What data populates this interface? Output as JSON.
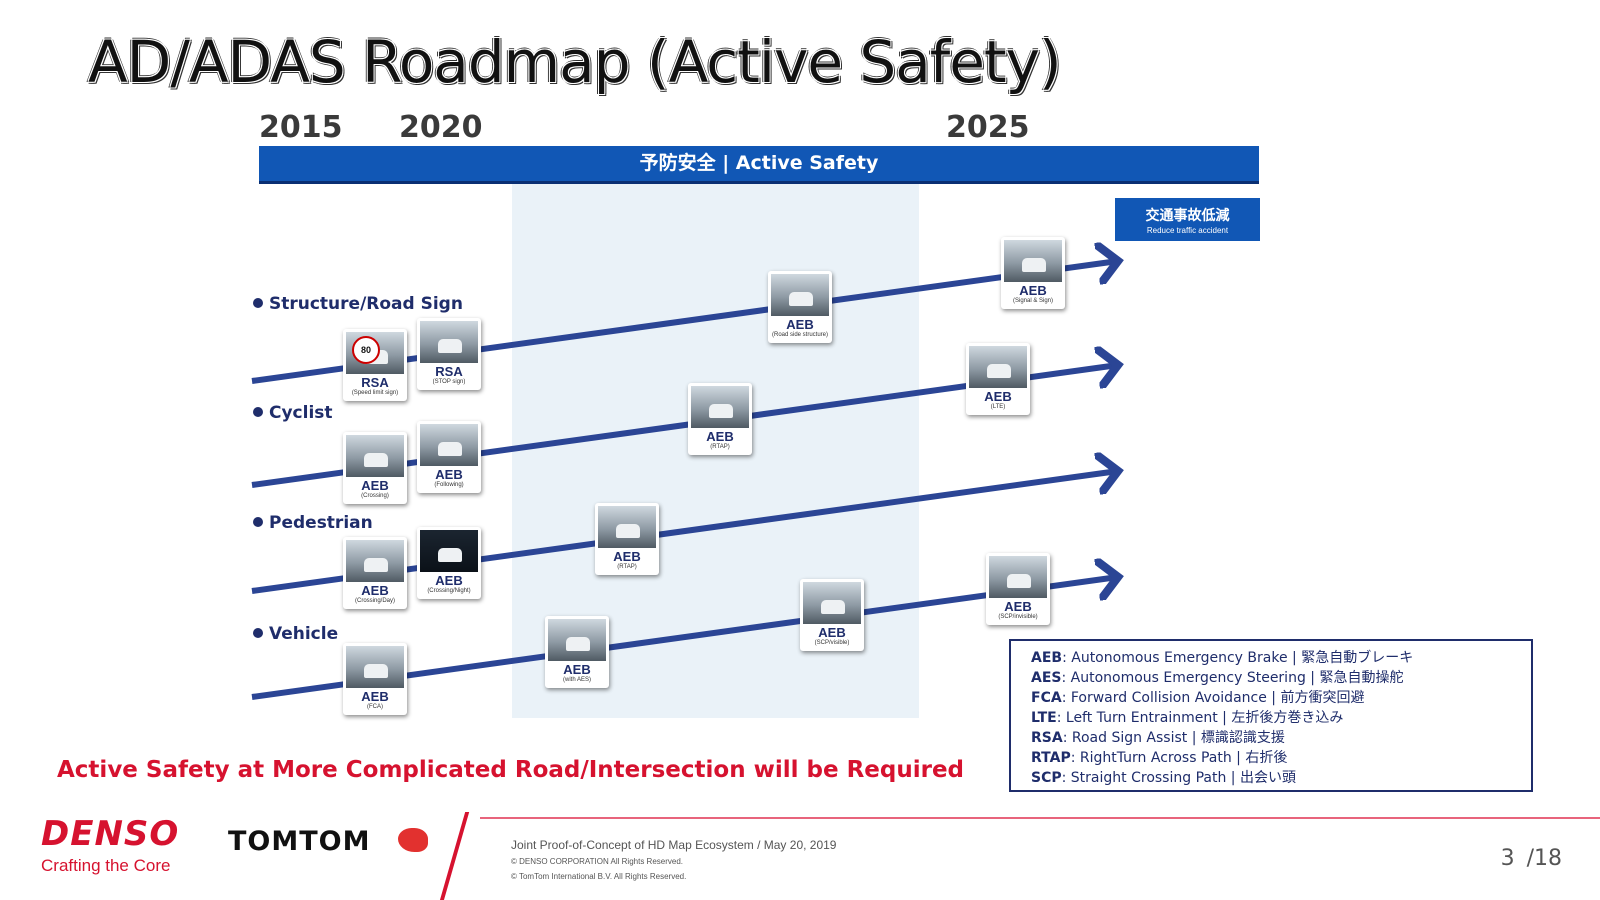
{
  "title": "AD/ADAS Roadmap (Active Safety)",
  "years": [
    "2015",
    "2020",
    "2025"
  ],
  "banner": "予防安全 | Active Safety",
  "goal": {
    "jp": "交通事故低減",
    "en": "Reduce traffic accident"
  },
  "categories": [
    "Structure/Road Sign",
    "Cyclist",
    "Pedestrian",
    "Vehicle"
  ],
  "cards": [
    {
      "label": "RSA",
      "sub": "(Speed limit sign)",
      "sign": "80"
    },
    {
      "label": "RSA",
      "sub": "(STOP sign)"
    },
    {
      "label": "AEB",
      "sub": "(Road side structure)"
    },
    {
      "label": "AEB",
      "sub": "(Signal & Sign)"
    },
    {
      "label": "AEB",
      "sub": "(Crossing)"
    },
    {
      "label": "AEB",
      "sub": "(Following)"
    },
    {
      "label": "AEB",
      "sub": "(RTAP)"
    },
    {
      "label": "AEB",
      "sub": "(LTE)"
    },
    {
      "label": "AEB",
      "sub": "(Crossing/Day)"
    },
    {
      "label": "AEB",
      "sub": "(Crossing/Night)"
    },
    {
      "label": "AEB",
      "sub": "(RTAP)"
    },
    {
      "label": "AEB",
      "sub": "(FCA)"
    },
    {
      "label": "AEB",
      "sub": "(with AES)"
    },
    {
      "label": "AEB",
      "sub": "(SCP/visible)"
    },
    {
      "label": "AEB",
      "sub": "(SCP/invisible)"
    }
  ],
  "legend": [
    {
      "abbr": "AEB",
      "text": ": Autonomous Emergency Brake | 緊急自動ブレーキ"
    },
    {
      "abbr": "AES",
      "text": ": Autonomous Emergency Steering | 緊急自動操舵"
    },
    {
      "abbr": "FCA",
      "text": ": Forward Collision Avoidance | 前方衝突回避"
    },
    {
      "abbr": "LTE",
      "text": ": Left Turn Entrainment | 左折後方巻き込み"
    },
    {
      "abbr": "RSA",
      "text": ": Road Sign Assist | 標識認識支援"
    },
    {
      "abbr": "RTAP",
      "text": ": RightTurn Across Path | 右折後"
    },
    {
      "abbr": "SCP",
      "text": ": Straight Crossing Path | 出会い頭"
    }
  ],
  "required_text": "Active Safety at More Complicated Road/Intersection will be Required",
  "footer": {
    "brand1": "DENSO",
    "tagline": "Crafting the Core",
    "brand2": "TOMTOM",
    "line1": "Joint Proof-of-Concept of HD Map Ecosystem / May 20, 2019",
    "line2": "© DENSO CORPORATION All Rights Reserved.",
    "line3": "© TomTom International B.V. All Rights Reserved.",
    "page": "3",
    "total": "/18"
  },
  "colors": {
    "banner": "#1157b5",
    "lane": "#2b4595",
    "accent": "#d6122f"
  }
}
